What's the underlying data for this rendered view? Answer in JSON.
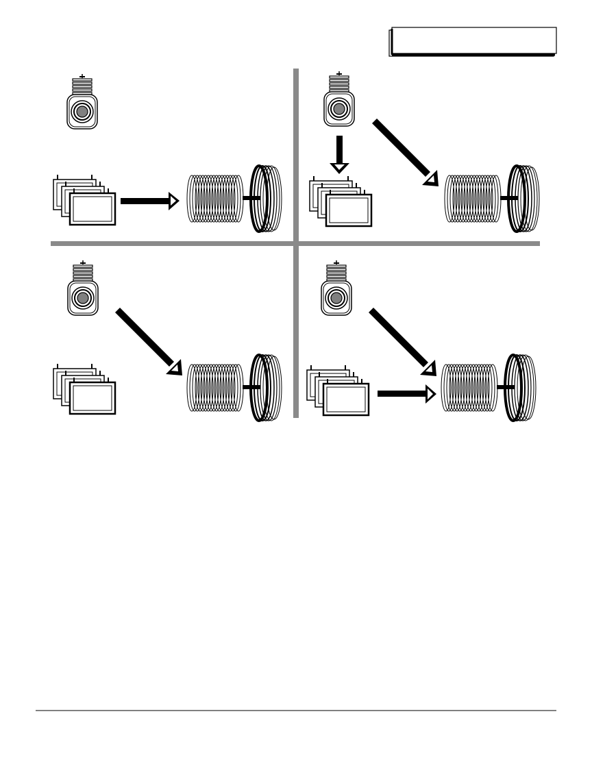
{
  "header": {
    "label_box_text": ""
  },
  "diagram": {
    "panel_count": 4,
    "panels": [
      {
        "id": "top-left",
        "components": [
          "engine-icon",
          "battery-bank-icon",
          "motor-coil-icon"
        ],
        "arrows": [
          "battery-to-motor"
        ]
      },
      {
        "id": "top-right",
        "components": [
          "engine-icon",
          "battery-bank-icon",
          "motor-coil-icon"
        ],
        "arrows": [
          "engine-to-battery",
          "engine-to-motor"
        ]
      },
      {
        "id": "bottom-left",
        "components": [
          "engine-icon",
          "battery-bank-icon",
          "motor-coil-icon"
        ],
        "arrows": [
          "engine-to-motor"
        ]
      },
      {
        "id": "bottom-right",
        "components": [
          "engine-icon",
          "battery-bank-icon",
          "motor-coil-icon"
        ],
        "arrows": [
          "engine-to-motor",
          "battery-to-motor"
        ]
      }
    ]
  },
  "colors": {
    "divider": "#8a8a8a",
    "stroke": "#000000",
    "background": "#ffffff",
    "engine_core": "#808080"
  }
}
